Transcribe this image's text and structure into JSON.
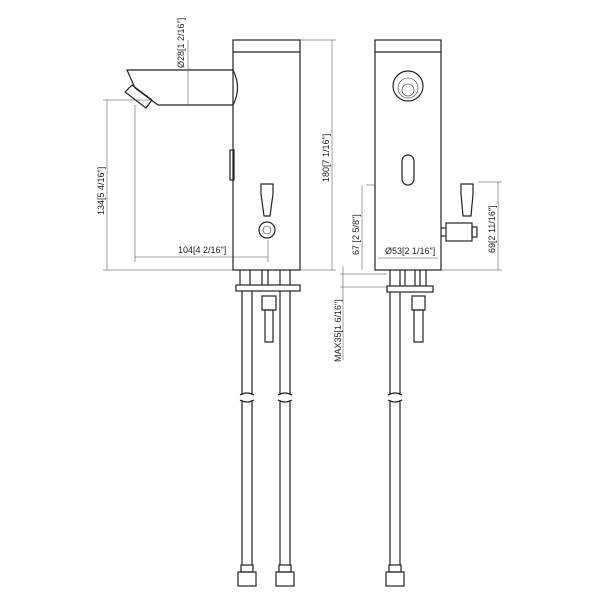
{
  "title": "Sensor faucet technical drawing",
  "dimensions": {
    "spout_diameter": "Ø28[1 2/16\"]",
    "spout_height": "134[5 4/16\"]",
    "spout_reach": "104[4 2/16\"]",
    "total_height": "180[7 1/16\"]",
    "valve_height": "67 [2 5/8\"]",
    "body_diameter": "Ø53[2 1/16\"]",
    "lever_height": "69[2 11/16\"]",
    "max_deck": "MAX35[1 6/16\"]"
  },
  "colors": {
    "line": "#222222",
    "background": "#ffffff"
  }
}
